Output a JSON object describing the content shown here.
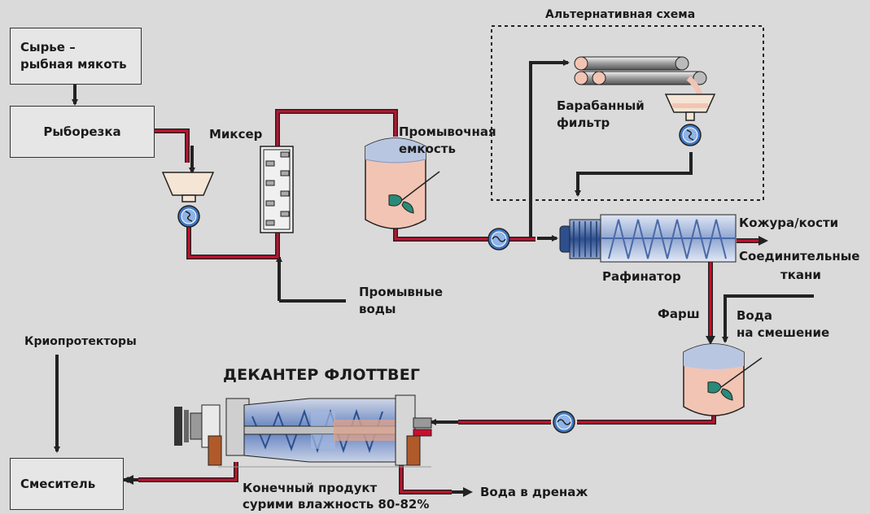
{
  "boxes": {
    "raw_line1": "Сырье –",
    "raw_line2": "рыбная мякоть",
    "cutter": "Рыборезка",
    "mixer_final": "Смеситель"
  },
  "labels": {
    "mixer": "Миксер",
    "wash_tank_line1": "Промывочная",
    "wash_tank_line2": "емкость",
    "alt_scheme": "Альтернативная схема",
    "drum_filter_line1": "Барабанный",
    "drum_filter_line2": "фильтр",
    "wash_water_line1": "Промывные",
    "wash_water_line2": "воды",
    "refiner": "Рафинатор",
    "skin_bones": "Кожура/кости",
    "connective_line1": "Соединительные",
    "connective_line2": "ткани",
    "mince": "Фарш",
    "mix_water_line1": "Вода",
    "mix_water_line2": "на смешение",
    "cryo": "Криопротекторы",
    "decanter_title": "ДЕКАНТЕР ФЛОТТВЕГ",
    "final_product_line1": "Конечный продукт",
    "final_product_line2": "сурими влажность 80-82%",
    "drain_water": "Вода в дренаж"
  },
  "colors": {
    "red_pipe": "#c8102e",
    "black_pipe": "#222222",
    "tank_fill": "#f2c4b4",
    "tank_top": "#b9c6e2",
    "pump_blue": "#3f78c4",
    "background": "#dadada",
    "box_fill": "#e6e6e6"
  }
}
